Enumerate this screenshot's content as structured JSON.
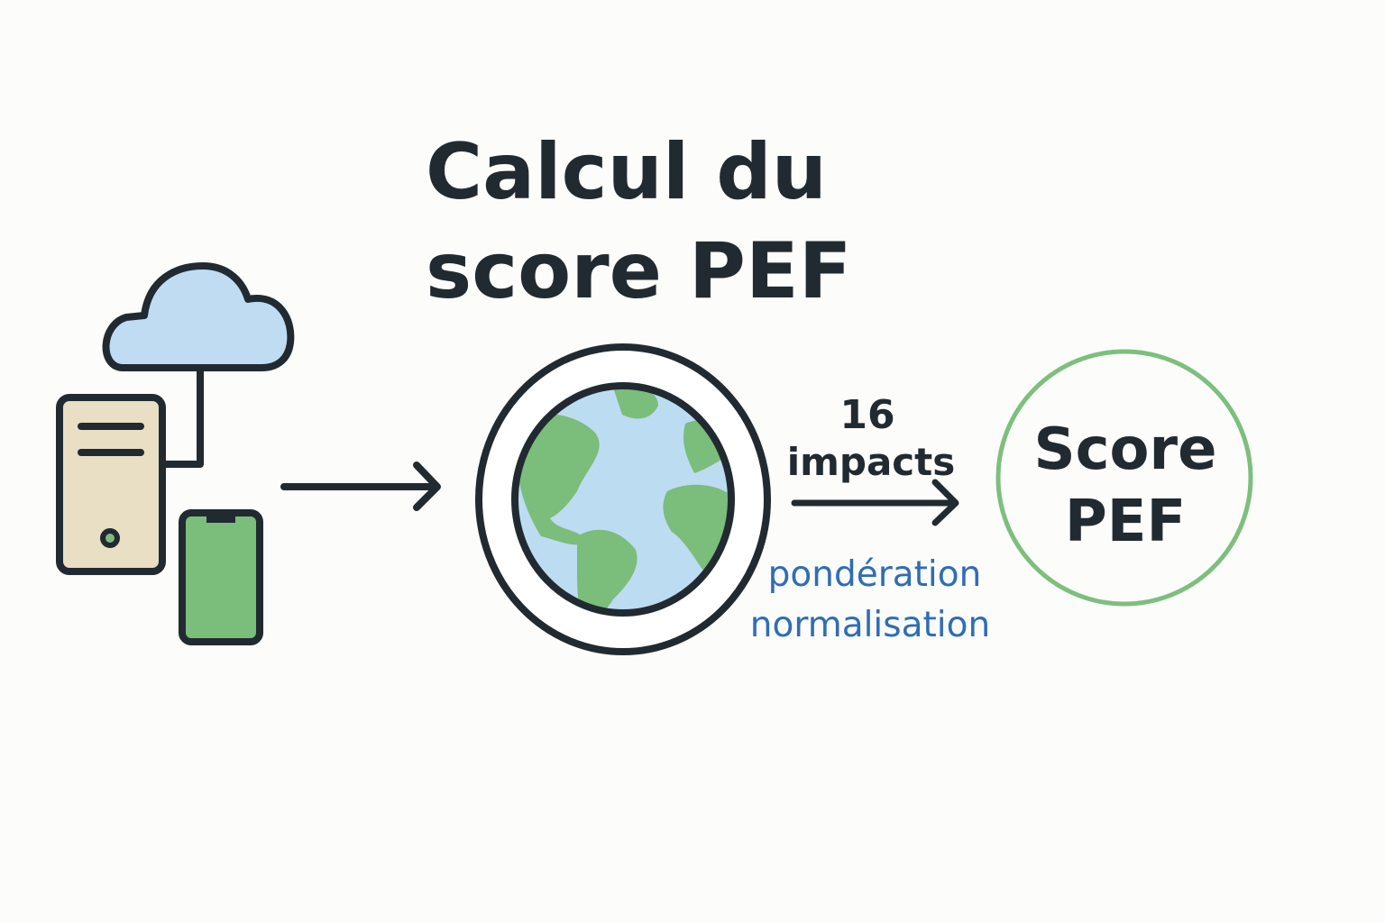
{
  "title": {
    "line1": "Calcul du",
    "line2": "score PEF"
  },
  "flow_label": {
    "count": "16",
    "unit": "impacts"
  },
  "process_labels": {
    "weighting": "pondération",
    "normalisation": "normalisation"
  },
  "result": {
    "line1": "Score",
    "line2": "PEF"
  },
  "icons": [
    "cloud-icon",
    "server-icon",
    "smartphone-icon",
    "arrow-right-icon",
    "globe-icon",
    "arrow-right-icon",
    "score-circle"
  ],
  "colors": {
    "ink": "#222a31",
    "cloud": "#bfdcf3",
    "server": "#e8dfc4",
    "green": "#7bbd7b",
    "ocean": "#bcdcf2",
    "blue_text": "#2f6db5",
    "score_ring": "#7dbf7d"
  }
}
